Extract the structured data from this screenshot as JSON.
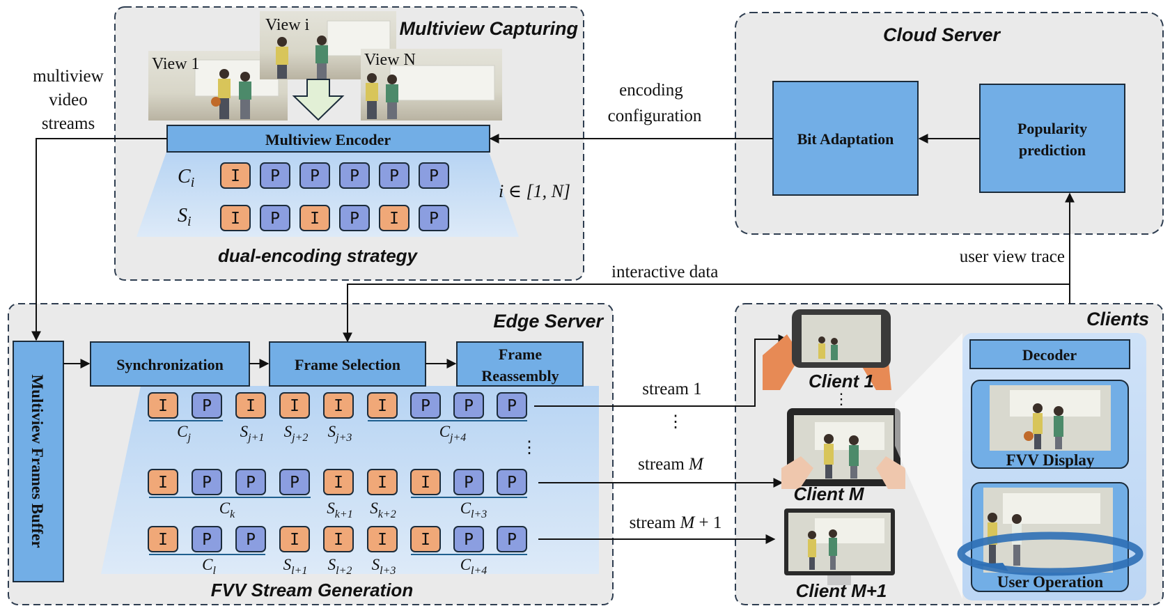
{
  "capture": {
    "title": "Multiview Capturing",
    "view_labels": [
      "View i",
      "View 1",
      "View N"
    ],
    "encoder_label": "Multiview Encoder",
    "row_c_label": "C",
    "row_c_sub": "i",
    "row_s_label": "S",
    "row_s_sub": "i",
    "c_frames": [
      "I",
      "P",
      "P",
      "P",
      "P",
      "P"
    ],
    "s_frames": [
      "I",
      "P",
      "I",
      "P",
      "I",
      "P"
    ],
    "range_label": "i ∈ [1, N]",
    "strategy_label": "dual-encoding strategy"
  },
  "left_flow": {
    "line1": "multiview",
    "line2": "video",
    "line3": "streams"
  },
  "cloud": {
    "title": "Cloud Server",
    "bit_label": "Bit Adaptation",
    "pop_line1": "Popularity",
    "pop_line2": "prediction",
    "enc_cfg_line1": "encoding",
    "enc_cfg_line2": "configuration",
    "trace_label": "user view trace"
  },
  "interactive_label": "interactive data",
  "edge": {
    "title": "Edge Server",
    "buffer_label": "Multiview Frames Buffer",
    "sync_label": "Synchronization",
    "select_label": "Frame Selection",
    "reasm_line1": "Frame",
    "reasm_line2": "Reassembly",
    "gen_label": "FVV Stream Generation",
    "row1_frames": [
      "I",
      "P",
      "I",
      "I",
      "I",
      "I",
      "P",
      "P",
      "P"
    ],
    "row2_frames": [
      "I",
      "P",
      "P",
      "P",
      "I",
      "I",
      "I",
      "P",
      "P"
    ],
    "row3_frames": [
      "I",
      "P",
      "P",
      "I",
      "I",
      "I",
      "I",
      "P",
      "P"
    ],
    "row1_labels": [
      {
        "base": "C",
        "sub": "j"
      },
      {
        "base": "S",
        "sub": "j+1"
      },
      {
        "base": "S",
        "sub": "j+2"
      },
      {
        "base": "S",
        "sub": "j+3"
      },
      {
        "base": "C",
        "sub": "j+4"
      }
    ],
    "row2_labels": [
      {
        "base": "C",
        "sub": "k"
      },
      {
        "base": "S",
        "sub": "k+1"
      },
      {
        "base": "S",
        "sub": "k+2"
      },
      {
        "base": "C",
        "sub": "l+3"
      }
    ],
    "row3_labels": [
      {
        "base": "C",
        "sub": "l"
      },
      {
        "base": "S",
        "sub": "l+1"
      },
      {
        "base": "S",
        "sub": "l+2"
      },
      {
        "base": "S",
        "sub": "l+3"
      },
      {
        "base": "C",
        "sub": "l+4"
      }
    ],
    "ellipsis": "⋮"
  },
  "streams": {
    "s1": "stream 1",
    "sm_prefix": "stream ",
    "sm_var": "M",
    "sm1_prefix": "stream ",
    "sm1_var": "M",
    "sm1_suffix": " + 1"
  },
  "clients": {
    "title": "Clients",
    "c1": "Client 1",
    "cm": "Client M",
    "cm1": "Client M+1",
    "decoder": "Decoder",
    "display": "FVV Display",
    "operation": "User Operation"
  },
  "colors": {
    "i_frame": "#f0a878",
    "p_frame": "#8b9ee0",
    "block_blue": "#72aee6",
    "panel_gray": "#eaeaea"
  }
}
